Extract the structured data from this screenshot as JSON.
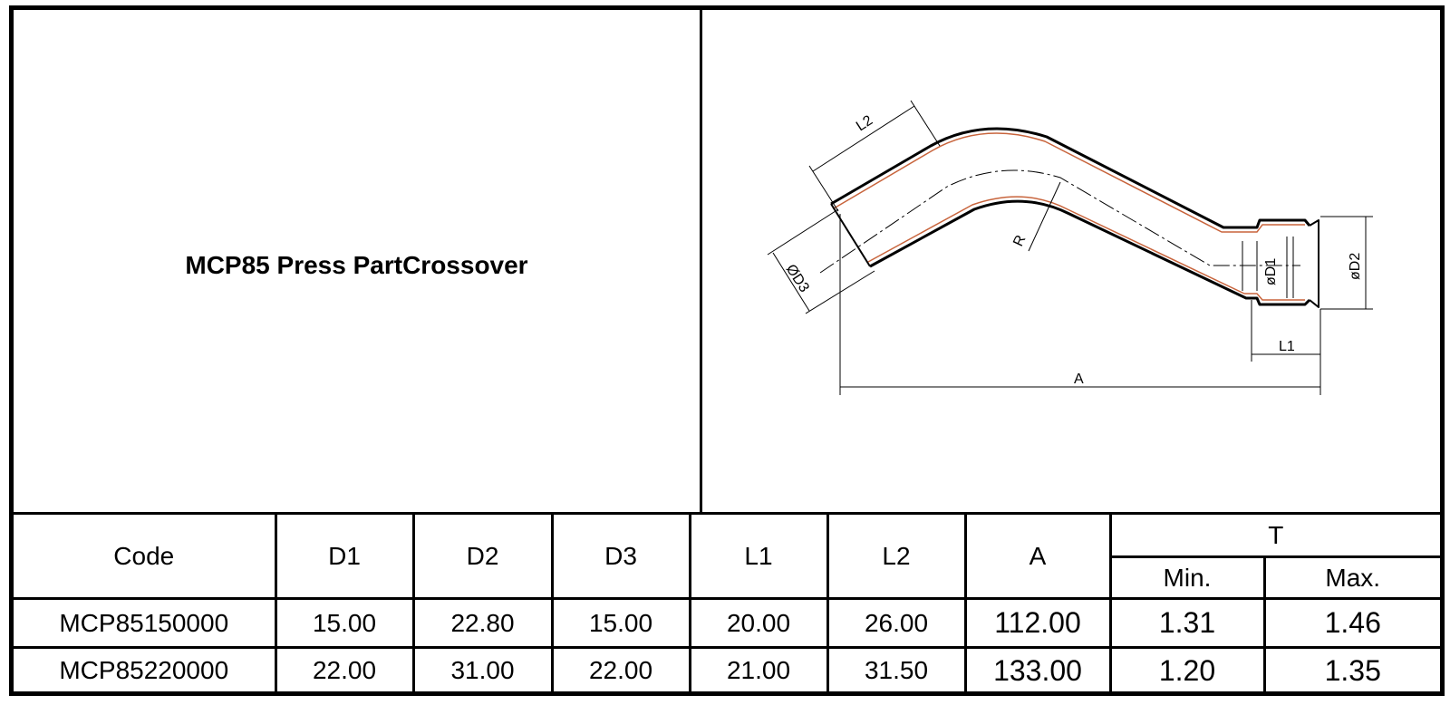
{
  "title": "MCP85 Press PartCrossover",
  "drawing": {
    "labels": {
      "L2": "L2",
      "R": "R",
      "D3": "ØD3",
      "D1": "øD1",
      "D2": "øD2",
      "L1": "L1",
      "A": "A"
    },
    "line_color": "#000000",
    "wall_color": "#c8643c"
  },
  "table": {
    "headers": {
      "code": "Code",
      "d1": "D1",
      "d2": "D2",
      "d3": "D3",
      "l1": "L1",
      "l2": "L2",
      "a": "A",
      "t": "T",
      "t_min": "Min.",
      "t_max": "Max."
    },
    "rows": [
      {
        "code": "MCP85150000",
        "d1": "15.00",
        "d2": "22.80",
        "d3": "15.00",
        "l1": "20.00",
        "l2": "26.00",
        "a": "112.00",
        "t_min": "1.31",
        "t_max": "1.46"
      },
      {
        "code": "MCP85220000",
        "d1": "22.00",
        "d2": "31.00",
        "d3": "22.00",
        "l1": "21.00",
        "l2": "31.50",
        "a": "133.00",
        "t_min": "1.20",
        "t_max": "1.35"
      }
    ]
  }
}
